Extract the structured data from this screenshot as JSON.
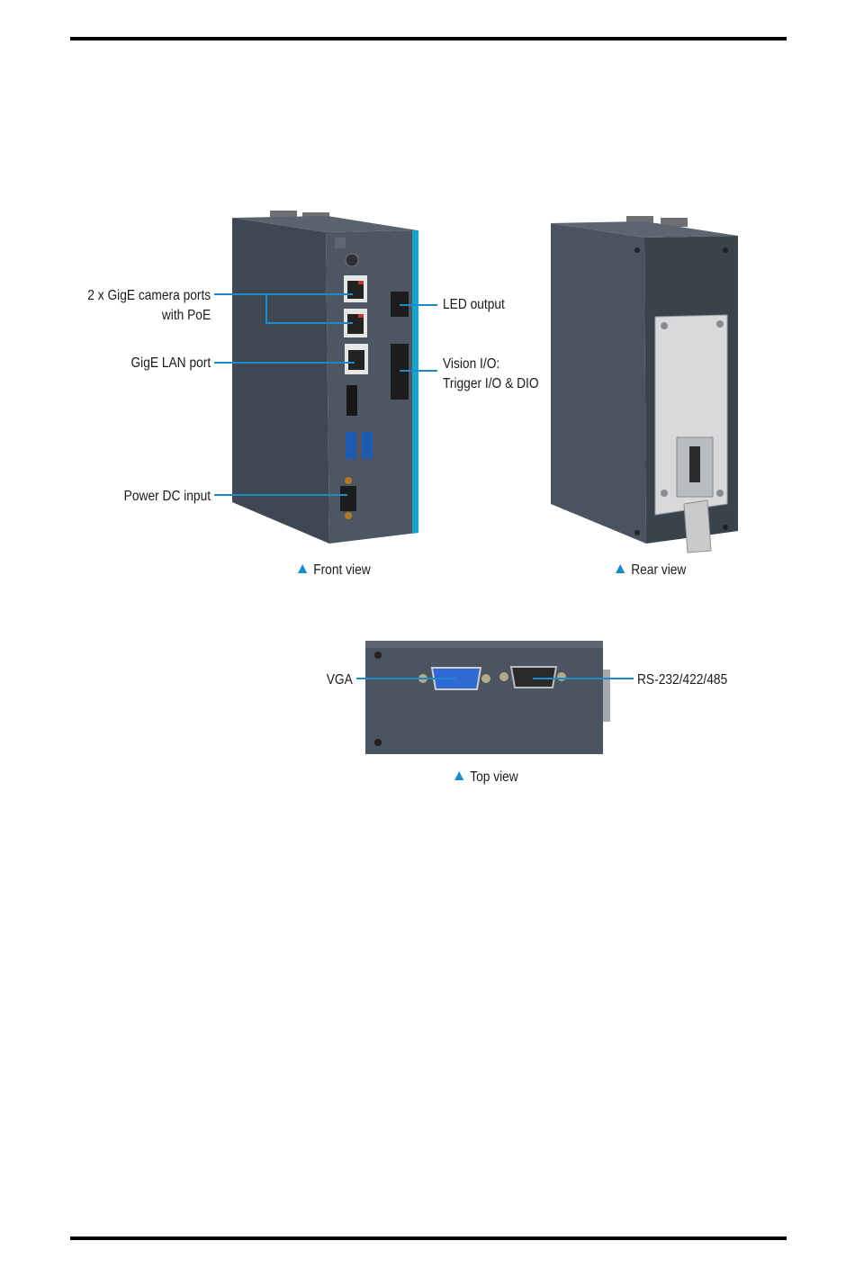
{
  "front_labels": {
    "camera_ports_line1": "2 x GigE camera ports",
    "camera_ports_line2": "with PoE",
    "gige_lan": "GigE LAN port",
    "power_dc": "Power DC input",
    "led_output": "LED output",
    "vision_io_line1": "Vision I/O:",
    "vision_io_line2": "Trigger I/O & DIO"
  },
  "captions": {
    "front": "Front view",
    "rear": "Rear view",
    "top": "Top view"
  },
  "top_labels": {
    "vga": "VGA",
    "serial": "RS-232/422/485"
  },
  "colors": {
    "callout": "#1c8ac9",
    "chassis": "#4a5360",
    "chassis_dark": "#333a44",
    "accent_stripe": "#1aa3cf"
  },
  "icons": {
    "caption_marker": "triangle-up-icon"
  }
}
